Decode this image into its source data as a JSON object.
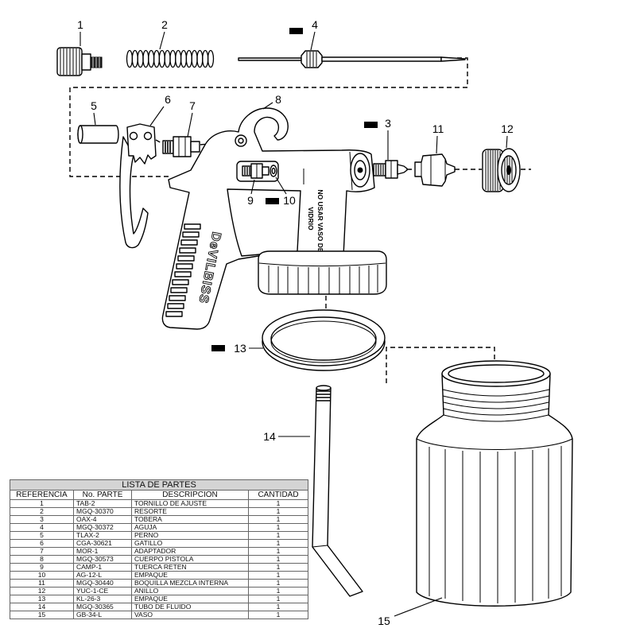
{
  "callouts": [
    "1",
    "2",
    "3",
    "4",
    "5",
    "6",
    "7",
    "8",
    "9",
    "10",
    "11",
    "12",
    "13",
    "14",
    "15"
  ],
  "body_text": {
    "warning_line1": "NO USAR VASO DE",
    "warning_line2": "VIDRIO",
    "brand": "DeVILBISS"
  },
  "parts_list": {
    "title": "LISTA DE PARTES",
    "columns": [
      "REFERENCIA",
      "No. PARTE",
      "DESCRIPCIÓN",
      "CANTIDAD"
    ],
    "rows": [
      [
        "1",
        "TAB-2",
        "TORNILLO DE AJUSTE",
        "1"
      ],
      [
        "2",
        "MGQ-30370",
        "RESORTE",
        "1"
      ],
      [
        "3",
        "OAX-4",
        "TOBERA",
        "1"
      ],
      [
        "4",
        "MGQ-30372",
        "AGUJA",
        "1"
      ],
      [
        "5",
        "TLAX-2",
        "PERNO",
        "1"
      ],
      [
        "6",
        "CGA-30621",
        "GATILLO",
        "1"
      ],
      [
        "7",
        "MOR-1",
        "ADAPTADOR",
        "1"
      ],
      [
        "8",
        "MGQ-30573",
        "CUERPO PISTOLA",
        "1"
      ],
      [
        "9",
        "CAMP-1",
        "TUERCA RETEN",
        "1"
      ],
      [
        "10",
        "AG-12-L",
        "EMPAQUE",
        "1"
      ],
      [
        "11",
        "MGQ-30440",
        "BOQUILLA MEZCLA INTERNA",
        "1"
      ],
      [
        "12",
        "YUC-1-CE",
        "ANILLO",
        "1"
      ],
      [
        "13",
        "KL-26-3",
        "EMPAQUE",
        "1"
      ],
      [
        "14",
        "MGQ-30365",
        "TUBO DE FLUIDO",
        "1"
      ],
      [
        "15",
        "GB-34-L",
        "VASO",
        "1"
      ]
    ]
  },
  "colors": {
    "line": "#000000",
    "table_header_bg": "#d4d4d4",
    "marker": "#000000"
  }
}
